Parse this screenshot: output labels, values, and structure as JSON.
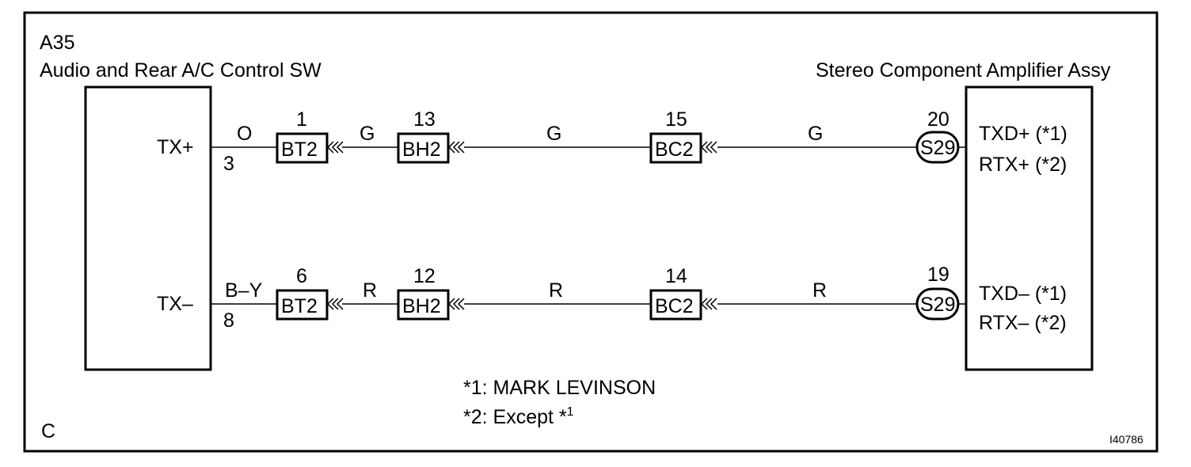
{
  "left_component": {
    "code": "A35",
    "name": "Audio and Rear A/C Control SW",
    "pin_top": "TX+",
    "pin_bottom": "TX–"
  },
  "right_component": {
    "name": "Stereo Component Amplifier Assy",
    "pin_top_1": "TXD+ (*1)",
    "pin_top_2": "RTX+ (*2)",
    "pin_bottom_1": "TXD– (*1)",
    "pin_bottom_2": "RTX– (*2)"
  },
  "circuit_top": {
    "term_num": "3",
    "wire_1": "O",
    "conn1_pin": "1",
    "conn1_name": "BT2",
    "wire_2": "G",
    "conn2_pin": "13",
    "conn2_name": "BH2",
    "wire_3": "G",
    "conn3_pin": "15",
    "conn3_name": "BC2",
    "wire_4": "G",
    "splice_pin": "20",
    "splice_name": "S29"
  },
  "circuit_bottom": {
    "term_num": "8",
    "wire_1": "B–Y",
    "conn1_pin": "6",
    "conn1_name": "BT2",
    "wire_2": "R",
    "conn2_pin": "12",
    "conn2_name": "BH2",
    "wire_3": "R",
    "conn3_pin": "14",
    "conn3_name": "BC2",
    "wire_4": "R",
    "splice_pin": "19",
    "splice_name": "S29"
  },
  "notes": {
    "note1": "*1: MARK LEVINSON",
    "note2": "*2: Except *",
    "note2_sup": "1"
  },
  "corner_label": "C",
  "figure_id": "I40786"
}
